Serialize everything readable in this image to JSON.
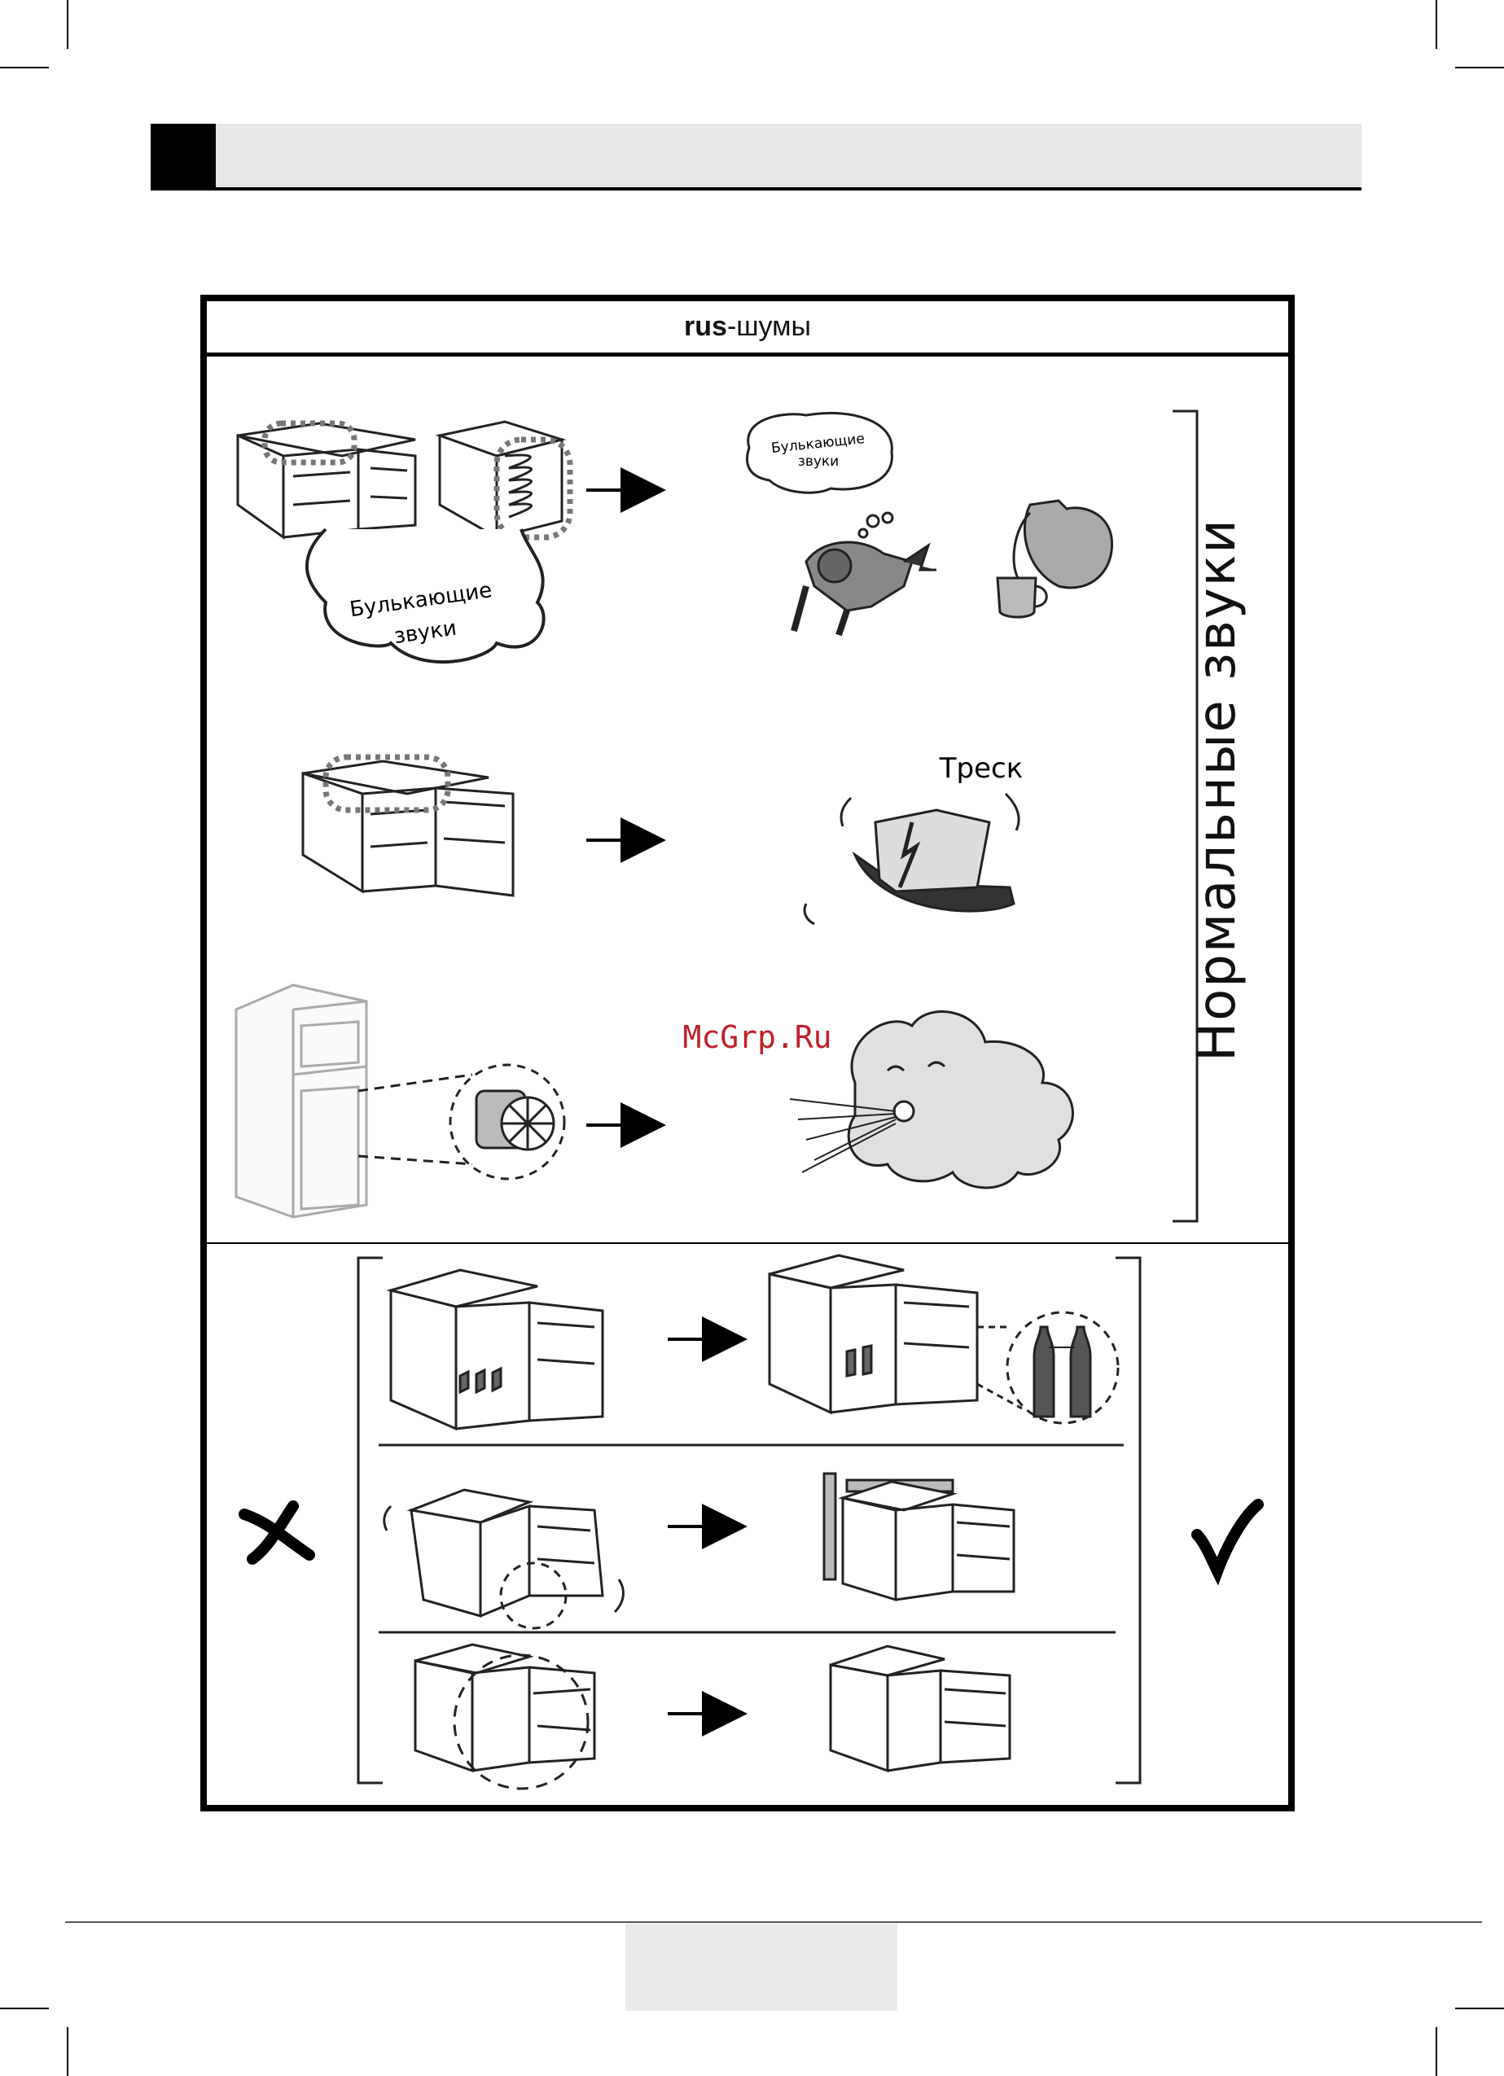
{
  "header": {
    "title": ""
  },
  "panel": {
    "title_bold": "rus",
    "title_rest": "-шумы",
    "side_label": "Нормальные звуки"
  },
  "labels": {
    "gurgling_large": "Булькающие звуки",
    "gurgling_line1": "Булькающие",
    "gurgling_line2": "звуки",
    "crackle": "Треск"
  },
  "watermark": "McGrp.Ru",
  "icons": {
    "wrong": "cross-icon",
    "right": "check-icon"
  },
  "footer": {
    "page_number": ""
  }
}
